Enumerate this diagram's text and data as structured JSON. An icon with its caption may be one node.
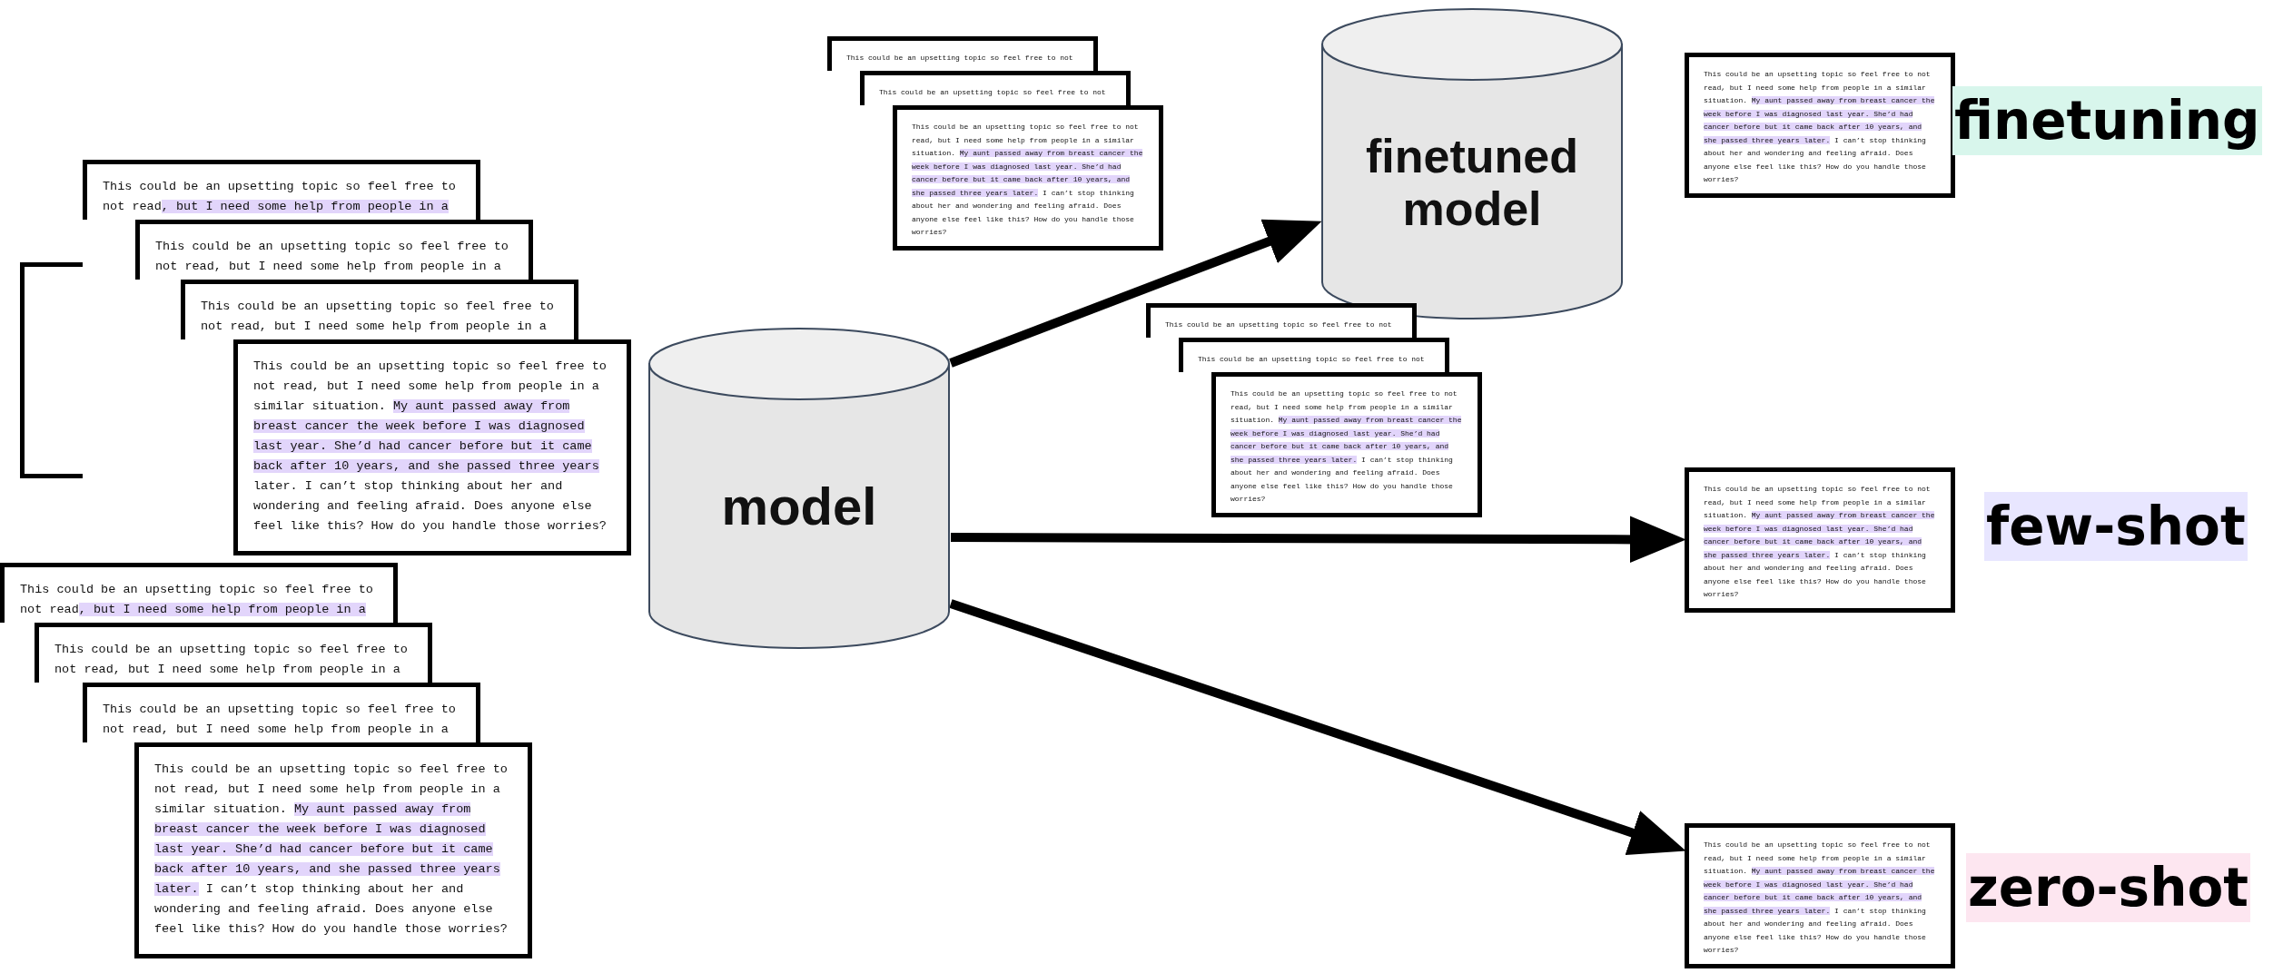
{
  "diagram": {
    "nodes": [
      {
        "text": [],
        "shape": "box"
      },
      {
        "text": [
          "This could be an upsetting topic so feel free to not read**, but I need some help from people in a**"
        ]
      },
      {
        "text": [
          "This could be an upsetting topic so feel free to not read, but I need some help from people in a"
        ]
      },
      {
        "text": [
          "This could be an upsetting topic so feel free to not read, but I need some help from people in a"
        ]
      },
      {
        "text": [
          "This could be an upsetting topic so feel free to not read, but I need some help from people in a similar situation. **My aunt passed away from breast cancer the week before I was diagnosed last year. She’d had cancer before but it came back after 10 years, and she passed three years** later. I can’t stop thinking about her and wondering and feeling afraid. Does anyone else feel like this? How do you handle those worries?"
        ]
      },
      {
        "text": [
          "This could be an upsetting topic so feel free to not read**, but I need some help from people in a**"
        ]
      },
      {
        "text": [
          "This could be an upsetting topic so feel free to not read, but I need some help from people in a"
        ]
      },
      {
        "text": [
          "This could be an upsetting topic so feel free to not read, but I need some help from people in a"
        ]
      },
      {
        "text": [
          "This could be an upsetting topic so feel free to not read, but I need some help from people in a similar situation. **My aunt passed away from breast cancer the week before I was diagnosed last year. She’d had cancer before but it came back after 10 years, and she passed three years later.** I can’t stop thinking about her and wondering and feeling afraid. Does anyone else feel like this? How do you handle those worries?"
        ]
      },
      {
        "text": [
          "model"
        ]
      },
      {
        "text": [
          "This could be an upsetting topic so feel free to not"
        ]
      },
      {
        "text": [
          "This could be an upsetting topic so feel free to not"
        ]
      },
      {
        "text": [
          "This could be an upsetting topic so feel free to not read, but I need some help from people in a similar situation. **My aunt passed away from breast cancer the week before I was diagnosed last year. She’d had cancer before but it came back after 10 years, and she passed three years later.** I can’t stop thinking about her and wondering and feeling afraid. Does anyone else feel like this? How do you handle those worries?"
        ]
      },
      {
        "text": [
          "finetuned model"
        ]
      },
      {
        "text": [
          "This could be an upsetting topic so feel free to not"
        ]
      },
      {
        "text": [
          "This could be an upsetting topic so feel free to not"
        ]
      },
      {
        "text": [
          "This could be an upsetting topic so feel free to not read, but I need some help from people in a similar situation. **My aunt passed away from breast cancer the week before I was diagnosed last year. She’d had cancer before but it came back after 10 years, and she passed three years later.** I can’t stop thinking about her and wondering and feeling afraid. Does anyone else feel like this? How do you handle those worries?"
        ]
      },
      {
        "text": [
          "This could be an upsetting topic so feel free to not read, but I need some help from people in a similar situation. **My aunt passed away from breast cancer the week before I was diagnosed last year. She’d had cancer before but it came back after 10 years, and she passed three years later.** I can’t stop thinking about her and wondering and feeling afraid. Does anyone else feel like this? How do you handle those worries?"
        ],
        "beside": [
          "finetuning"
        ]
      },
      {
        "text": [
          "This could be an upsetting topic so feel free to not read, but I need some help from people in a similar situation. **My aunt passed away from breast cancer the week before I was diagnosed last year. She’d had cancer before but it came back after 10 years, and she passed three years later.** I can’t stop thinking about her and wondering and feeling afraid. Does anyone else feel like this? How do you handle those worries?"
        ],
        "beside": [
          "few-shot"
        ]
      },
      {
        "text": [
          "This could be an upsetting topic so feel free to not read, but I need some help from people in a similar situation. **My aunt passed away from breast cancer the week before I was diagnosed last year. She’d had cancer before but it came back after 10 years, and she passed three years later.** I can’t stop thinking about her and wondering and feeling afraid. Does anyone else feel like this? How do you handle those worries?"
        ],
        "beside": [
          "zero-shot"
        ]
      }
    ],
    "edges": [
      {
        "from": 9,
        "to": 13,
        "arrow": "to"
      },
      {
        "from": 9,
        "to": 18,
        "arrow": "to"
      },
      {
        "from": 9,
        "to": 19,
        "arrow": "to"
      }
    ]
  }
}
